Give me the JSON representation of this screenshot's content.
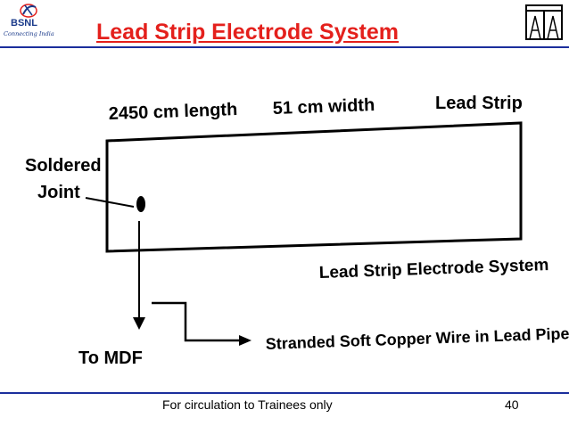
{
  "slide": {
    "title": "Lead Strip Electrode System",
    "logo_text": "BSNL",
    "logo_tagline": "Connecting India",
    "footer": "For circulation to Trainees only",
    "page_number": "40",
    "accent_red": "#e4201c",
    "rule_blue": "#1b2e9c",
    "icons": [
      "bsnl-logo-icon",
      "gate-icon"
    ]
  },
  "diagram": {
    "length_label": "2450 cm length",
    "width_label": "51 cm width",
    "strip_label": "Lead Strip",
    "soldered_label_1": "Soldered",
    "soldered_label_2": "Joint",
    "system_label": "Lead Strip Electrode System",
    "mdf_label": "To MDF",
    "wire_label": "Stranded Soft Copper Wire in Lead Pipe"
  }
}
